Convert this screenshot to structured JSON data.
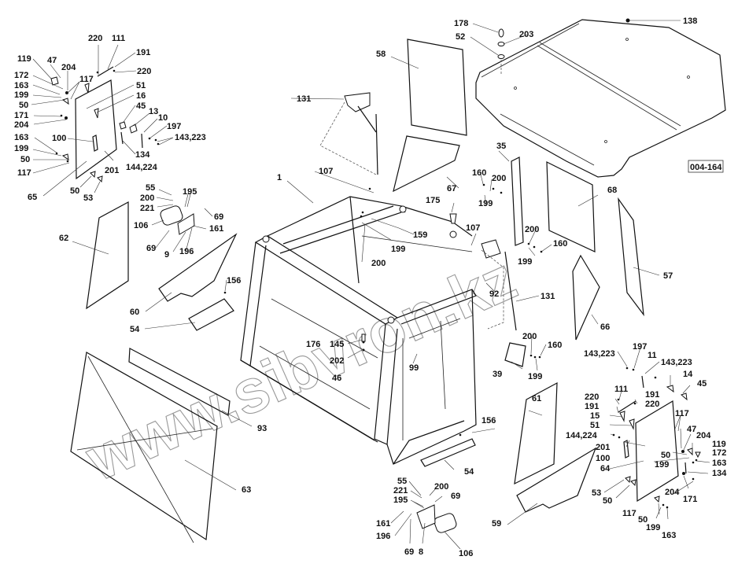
{
  "diagram": {
    "title": "Cab assembly exploded parts diagram",
    "reference_box": "004-164",
    "watermark": "www.sibvron.kz",
    "colors": {
      "line": "#111111",
      "background": "#ffffff",
      "watermark": "#999999"
    }
  },
  "labels": [
    {
      "id": "l1",
      "text": "220"
    },
    {
      "id": "l2",
      "text": "111"
    },
    {
      "id": "l3",
      "text": "191"
    },
    {
      "id": "l4",
      "text": "220"
    },
    {
      "id": "l5",
      "text": "119"
    },
    {
      "id": "l6",
      "text": "47"
    },
    {
      "id": "l7",
      "text": "204"
    },
    {
      "id": "l8",
      "text": "172"
    },
    {
      "id": "l9",
      "text": "117"
    },
    {
      "id": "l10",
      "text": "163"
    },
    {
      "id": "l11",
      "text": "199"
    },
    {
      "id": "l12",
      "text": "51"
    },
    {
      "id": "l13",
      "text": "16"
    },
    {
      "id": "l14",
      "text": "50"
    },
    {
      "id": "l15",
      "text": "45"
    },
    {
      "id": "l16",
      "text": "171"
    },
    {
      "id": "l17",
      "text": "13"
    },
    {
      "id": "l18",
      "text": "10"
    },
    {
      "id": "l19",
      "text": "204"
    },
    {
      "id": "l20",
      "text": "197"
    },
    {
      "id": "l21",
      "text": "143,223"
    },
    {
      "id": "l22",
      "text": "163"
    },
    {
      "id": "l23",
      "text": "100"
    },
    {
      "id": "l24",
      "text": "134"
    },
    {
      "id": "l25",
      "text": "199"
    },
    {
      "id": "l26",
      "text": "50"
    },
    {
      "id": "l27",
      "text": "144,224"
    },
    {
      "id": "l28",
      "text": "117"
    },
    {
      "id": "l29",
      "text": "201"
    },
    {
      "id": "l30",
      "text": "65"
    },
    {
      "id": "l31",
      "text": "50"
    },
    {
      "id": "l32",
      "text": "53"
    },
    {
      "id": "l33",
      "text": "55"
    },
    {
      "id": "l34",
      "text": "195"
    },
    {
      "id": "l35",
      "text": "200"
    },
    {
      "id": "l36",
      "text": "221"
    },
    {
      "id": "l37",
      "text": "69"
    },
    {
      "id": "l38",
      "text": "106"
    },
    {
      "id": "l39",
      "text": "161"
    },
    {
      "id": "l40",
      "text": "69"
    },
    {
      "id": "l41",
      "text": "9"
    },
    {
      "id": "l42",
      "text": "196"
    },
    {
      "id": "l43",
      "text": "62"
    },
    {
      "id": "l44",
      "text": "156"
    },
    {
      "id": "l45",
      "text": "60"
    },
    {
      "id": "l46",
      "text": "54"
    },
    {
      "id": "l47",
      "text": "93"
    },
    {
      "id": "l48",
      "text": "63"
    },
    {
      "id": "l49",
      "text": "178"
    },
    {
      "id": "l50",
      "text": "52"
    },
    {
      "id": "l51",
      "text": "203"
    },
    {
      "id": "l52",
      "text": "138"
    },
    {
      "id": "l53",
      "text": "58"
    },
    {
      "id": "l54",
      "text": "131"
    },
    {
      "id": "l55",
      "text": "107"
    },
    {
      "id": "l56",
      "text": "1"
    },
    {
      "id": "l57",
      "text": "67"
    },
    {
      "id": "l58",
      "text": "35"
    },
    {
      "id": "l59",
      "text": "160"
    },
    {
      "id": "l60",
      "text": "200"
    },
    {
      "id": "l61",
      "text": "199"
    },
    {
      "id": "l62",
      "text": "175"
    },
    {
      "id": "l63",
      "text": "107"
    },
    {
      "id": "l64",
      "text": "159"
    },
    {
      "id": "l65",
      "text": "199"
    },
    {
      "id": "l66",
      "text": "200"
    },
    {
      "id": "l67",
      "text": "200"
    },
    {
      "id": "l68",
      "text": "160"
    },
    {
      "id": "l69",
      "text": "199"
    },
    {
      "id": "l70",
      "text": "68"
    },
    {
      "id": "l71",
      "text": "57"
    },
    {
      "id": "l72",
      "text": "92"
    },
    {
      "id": "l73",
      "text": "131"
    },
    {
      "id": "l74",
      "text": "66"
    },
    {
      "id": "l75",
      "text": "176"
    },
    {
      "id": "l76",
      "text": "145"
    },
    {
      "id": "l77",
      "text": "202"
    },
    {
      "id": "l78",
      "text": "46"
    },
    {
      "id": "l79",
      "text": "99"
    },
    {
      "id": "l80",
      "text": "200"
    },
    {
      "id": "l81",
      "text": "160"
    },
    {
      "id": "l82",
      "text": "39"
    },
    {
      "id": "l83",
      "text": "199"
    },
    {
      "id": "l84",
      "text": "197"
    },
    {
      "id": "l85",
      "text": "143,223"
    },
    {
      "id": "l86",
      "text": "11"
    },
    {
      "id": "l87",
      "text": "143,223"
    },
    {
      "id": "l88",
      "text": "14"
    },
    {
      "id": "l89",
      "text": "45"
    },
    {
      "id": "l90",
      "text": "111"
    },
    {
      "id": "l91",
      "text": "220"
    },
    {
      "id": "l92",
      "text": "191"
    },
    {
      "id": "l93",
      "text": "191"
    },
    {
      "id": "l94",
      "text": "220"
    },
    {
      "id": "l95",
      "text": "15"
    },
    {
      "id": "l96",
      "text": "51"
    },
    {
      "id": "l97",
      "text": "117"
    },
    {
      "id": "l98",
      "text": "144,224"
    },
    {
      "id": "l99",
      "text": "47"
    },
    {
      "id": "l100",
      "text": "204"
    },
    {
      "id": "l101",
      "text": "201"
    },
    {
      "id": "l102",
      "text": "119"
    },
    {
      "id": "l103",
      "text": "100"
    },
    {
      "id": "l104",
      "text": "50"
    },
    {
      "id": "l105",
      "text": "172"
    },
    {
      "id": "l106",
      "text": "199"
    },
    {
      "id": "l107",
      "text": "163"
    },
    {
      "id": "l108",
      "text": "64"
    },
    {
      "id": "l109",
      "text": "134"
    },
    {
      "id": "l110",
      "text": "61"
    },
    {
      "id": "l111",
      "text": "156"
    },
    {
      "id": "l112",
      "text": "53"
    },
    {
      "id": "l113",
      "text": "50"
    },
    {
      "id": "l114",
      "text": "204"
    },
    {
      "id": "l115",
      "text": "171"
    },
    {
      "id": "l116",
      "text": "117"
    },
    {
      "id": "l117",
      "text": "50"
    },
    {
      "id": "l118",
      "text": "199"
    },
    {
      "id": "l119",
      "text": "163"
    },
    {
      "id": "l120",
      "text": "54"
    },
    {
      "id": "l121",
      "text": "59"
    },
    {
      "id": "l122",
      "text": "55"
    },
    {
      "id": "l123",
      "text": "200"
    },
    {
      "id": "l124",
      "text": "221"
    },
    {
      "id": "l125",
      "text": "69"
    },
    {
      "id": "l126",
      "text": "195"
    },
    {
      "id": "l127",
      "text": "161"
    },
    {
      "id": "l128",
      "text": "196"
    },
    {
      "id": "l129",
      "text": "69"
    },
    {
      "id": "l130",
      "text": "8"
    },
    {
      "id": "l131",
      "text": "106"
    }
  ]
}
